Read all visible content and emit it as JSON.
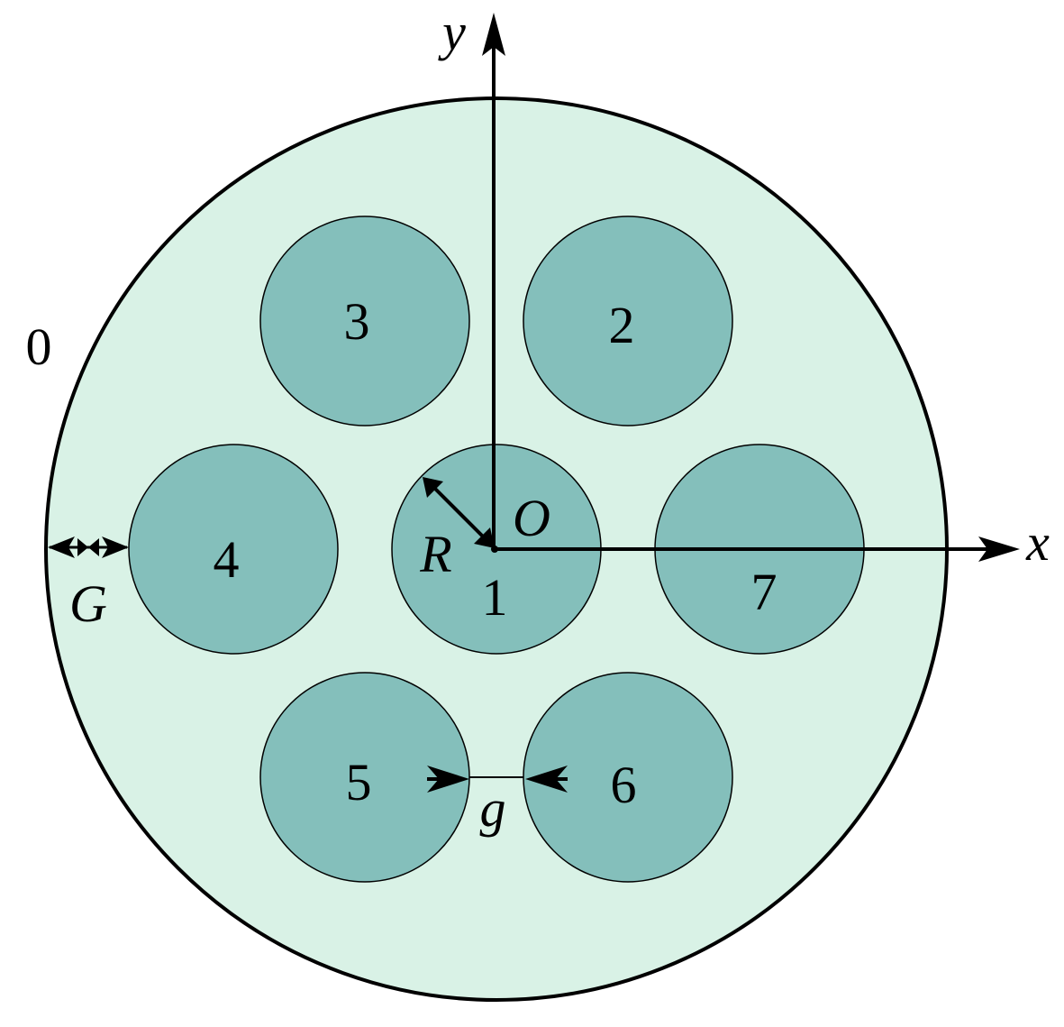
{
  "colors": {
    "cladding_fill": "#d9f2e6",
    "core_fill": "#84bfbb",
    "stroke": "#000000"
  },
  "labels": {
    "cladding": "0",
    "cores": [
      "1",
      "2",
      "3",
      "4",
      "5",
      "6",
      "7"
    ],
    "x_axis": "x",
    "y_axis": "y",
    "origin": "O",
    "radius": "R",
    "edge_gap": "G",
    "core_gap": "g"
  }
}
